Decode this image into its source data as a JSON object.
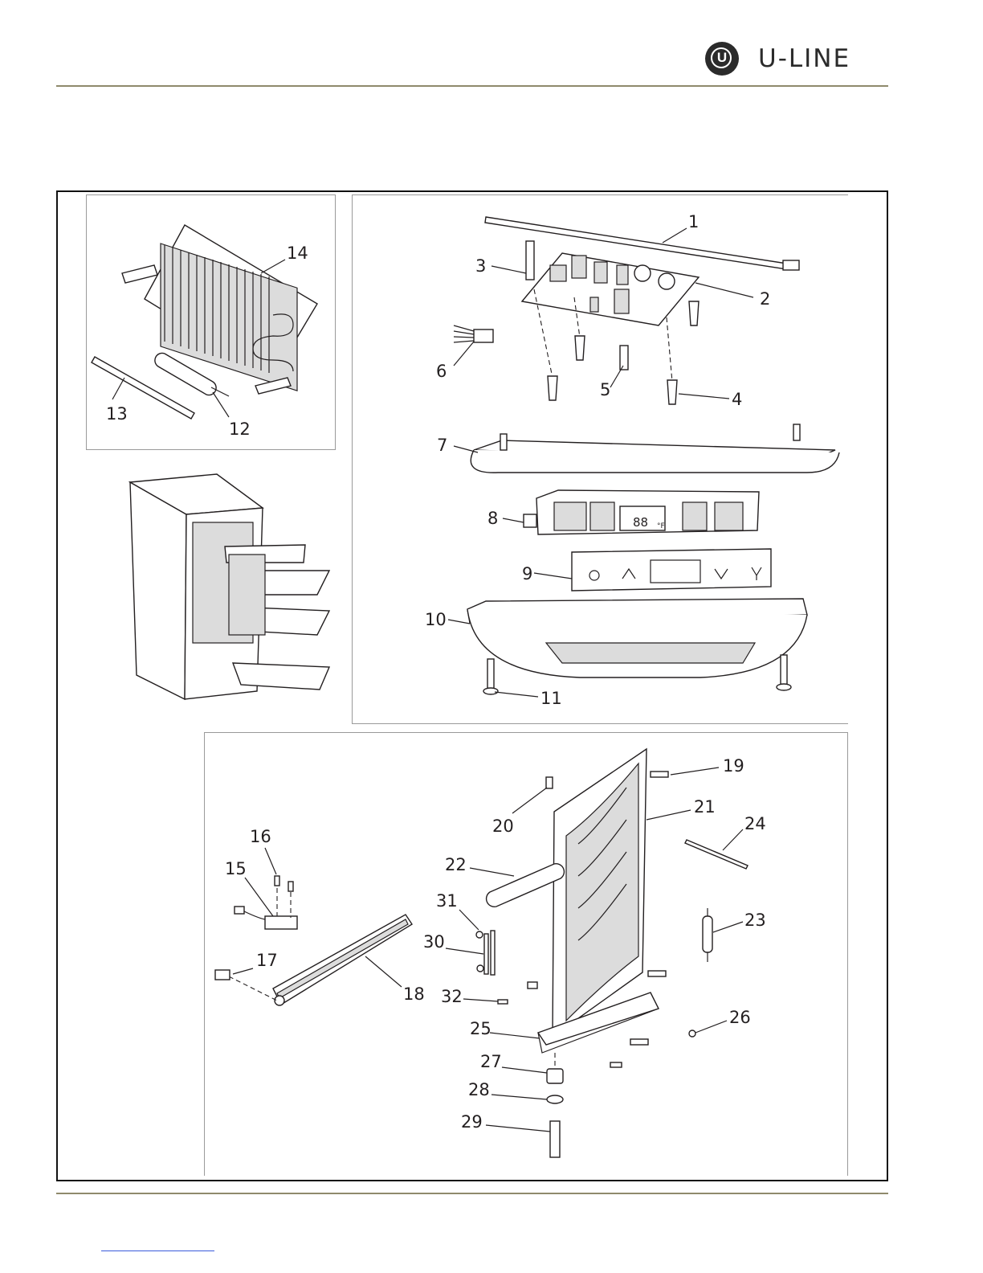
{
  "brand": {
    "mark_letter": "U",
    "name": "U-LINE"
  },
  "diagram": {
    "labels": [
      {
        "id": "1",
        "text": "1"
      },
      {
        "id": "2",
        "text": "2"
      },
      {
        "id": "3",
        "text": "3"
      },
      {
        "id": "4",
        "text": "4"
      },
      {
        "id": "5",
        "text": "5"
      },
      {
        "id": "6",
        "text": "6"
      },
      {
        "id": "7",
        "text": "7"
      },
      {
        "id": "8",
        "text": "8"
      },
      {
        "id": "9",
        "text": "9"
      },
      {
        "id": "10",
        "text": "10"
      },
      {
        "id": "11",
        "text": "11"
      },
      {
        "id": "12",
        "text": "12"
      },
      {
        "id": "13",
        "text": "13"
      },
      {
        "id": "14",
        "text": "14"
      },
      {
        "id": "15",
        "text": "15"
      },
      {
        "id": "16",
        "text": "16"
      },
      {
        "id": "17",
        "text": "17"
      },
      {
        "id": "18",
        "text": "18"
      },
      {
        "id": "19",
        "text": "19"
      },
      {
        "id": "20",
        "text": "20"
      },
      {
        "id": "21",
        "text": "21"
      },
      {
        "id": "22",
        "text": "22"
      },
      {
        "id": "23",
        "text": "23"
      },
      {
        "id": "24",
        "text": "24"
      },
      {
        "id": "25",
        "text": "25"
      },
      {
        "id": "26",
        "text": "26"
      },
      {
        "id": "27",
        "text": "27"
      },
      {
        "id": "28",
        "text": "28"
      },
      {
        "id": "29",
        "text": "29"
      },
      {
        "id": "30",
        "text": "30"
      },
      {
        "id": "31",
        "text": "31"
      },
      {
        "id": "32",
        "text": "32"
      }
    ],
    "display_readout": "88",
    "display_unit": "°F"
  }
}
